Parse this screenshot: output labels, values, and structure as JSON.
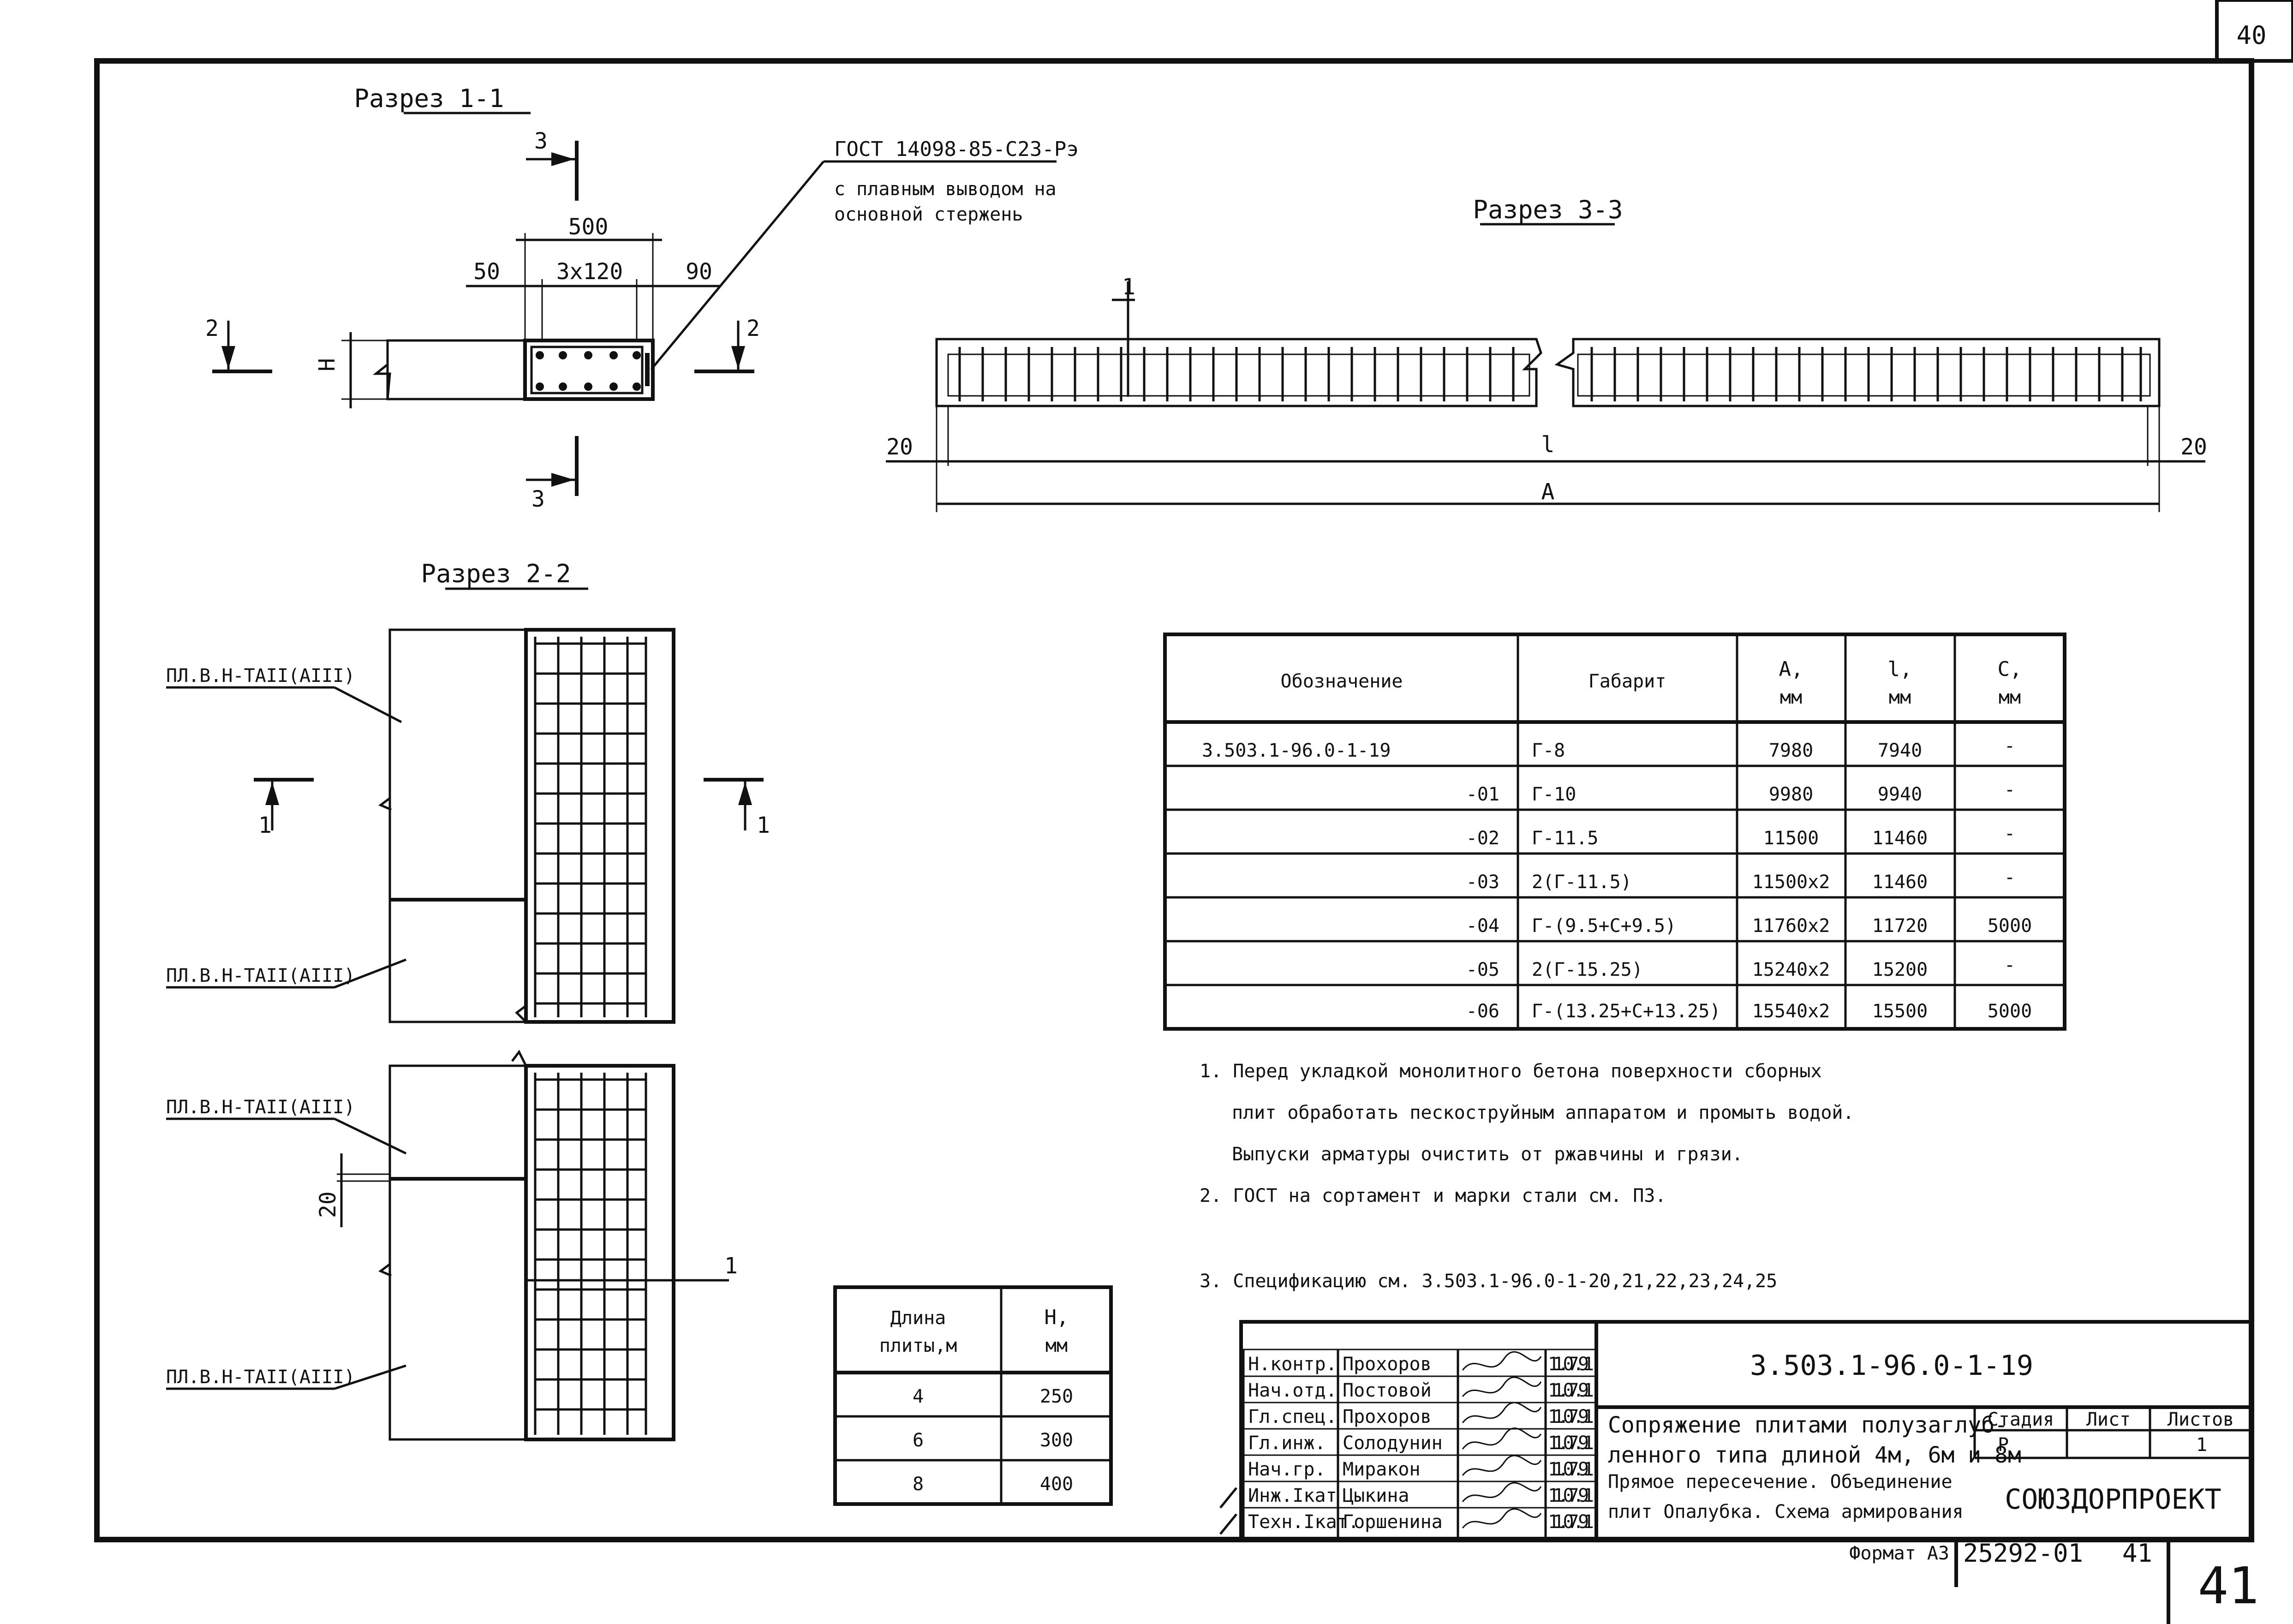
{
  "page_number_top": "40",
  "section_1_1": {
    "title": "Разрез 1-1",
    "dim_total": "500",
    "dim_left": "50",
    "dim_mid": "3x120",
    "dim_right": "90",
    "cut_2": "2",
    "cut_3": "3",
    "height_label": "H"
  },
  "gost_note": {
    "line1": "ГОСТ 14098-85-С23-Рэ",
    "line2": "с плавным выводом на",
    "line3": "основной стержень"
  },
  "section_3_3": {
    "title": "Разрез 3-3",
    "dim_l": "l",
    "dim_a": "A",
    "dim_left": "20",
    "dim_right": "20",
    "cut_1": "1"
  },
  "section_2_2": {
    "title": "Разрез 2-2",
    "cut_1": "1",
    "dim_20": "20"
  },
  "slab_labels": {
    "a": "ПЛ.В.Н-ТАII(АIII)",
    "b": "ПЛ.В.Н-ТАII(АIII)",
    "c": "ПЛ.В.Н-ТАII(АIII)",
    "d": "ПЛ.В.Н-ТАII(АIII)"
  },
  "spec_table": {
    "headers": {
      "designation": "Обозначение",
      "gabarit": "Габарит",
      "a": "A,",
      "a_unit": "мм",
      "l": "l,",
      "l_unit": "мм",
      "c": "C,",
      "c_unit": "мм"
    },
    "rows": [
      {
        "designation": "3.503.1-96.0-1-19",
        "gabarit": "Г-8",
        "a": "7980",
        "l": "7940",
        "c": "-"
      },
      {
        "designation": "-01",
        "gabarit": "Г-10",
        "a": "9980",
        "l": "9940",
        "c": "-"
      },
      {
        "designation": "-02",
        "gabarit": "Г-11.5",
        "a": "11500",
        "l": "11460",
        "c": "-"
      },
      {
        "designation": "-03",
        "gabarit": "2(Г-11.5)",
        "a": "11500x2",
        "l": "11460",
        "c": "-"
      },
      {
        "designation": "-04",
        "gabarit": "Г-(9.5+С+9.5)",
        "a": "11760x2",
        "l": "11720",
        "c": "5000"
      },
      {
        "designation": "-05",
        "gabarit": "2(Г-15.25)",
        "a": "15240x2",
        "l": "15200",
        "c": "-"
      },
      {
        "designation": "-06",
        "gabarit": "Г-(13.25+С+13.25)",
        "a": "15540x2",
        "l": "15500",
        "c": "5000"
      }
    ]
  },
  "notes": [
    "1. Перед укладкой монолитного бетона поверхности сборных",
    "плит обработать пескоструйным аппаратом и промыть водой.",
    "Выпуски арматуры очистить от ржавчины и грязи.",
    "2. ГОСТ на сортамент и марки стали см. ПЗ.",
    "3. Спецификацию см. 3.503.1-96.0-1-20,21,22,23,24,25"
  ],
  "h_table": {
    "headers": {
      "length": "Длина",
      "length2": "плиты,м",
      "h": "H,",
      "h_unit": "мм"
    },
    "rows": [
      {
        "length": "4",
        "h": "250"
      },
      {
        "length": "6",
        "h": "300"
      },
      {
        "length": "8",
        "h": "400"
      }
    ]
  },
  "title_block": {
    "doc_code": "3.503.1-96.0-1-19",
    "title_line1": "Сопряжение плитами полузаглуб-",
    "title_line2": "ленного типа длиной 4м, 6м и 8м",
    "title_line3": "Прямое пересечение. Объединение",
    "title_line4": "плит Опалубка. Схема армирования",
    "stage_header": "Стадия",
    "sheet_header": "Лист",
    "sheets_header": "Листов",
    "stage": "Р",
    "sheet": "",
    "sheets": "1",
    "org": "СОЮЗДОРПРОЕКТ",
    "people": [
      {
        "role": "Н.контр.",
        "name": "Прохоров",
        "date": "11.07.91"
      },
      {
        "role": "Нач.отд.",
        "name": "Постовой",
        "date": "11.07.91"
      },
      {
        "role": "Гл.спец.",
        "name": "Прохоров",
        "date": "11.07.91"
      },
      {
        "role": "Гл.инж.",
        "name": "Солодунин",
        "date": "11.07.91"
      },
      {
        "role": "Нач.гр.",
        "name": "Миракон",
        "date": "11.07.91"
      },
      {
        "role": "Инж.Iкат",
        "name": "Цыкина",
        "date": "11.07.91"
      },
      {
        "role": "Техн.Iкат.",
        "name": "Горшенина",
        "date": "11.07.91"
      }
    ]
  },
  "footer": {
    "format": "Формат А3",
    "inventory": "25292-01",
    "inv_page": "41",
    "page_number": "41"
  }
}
